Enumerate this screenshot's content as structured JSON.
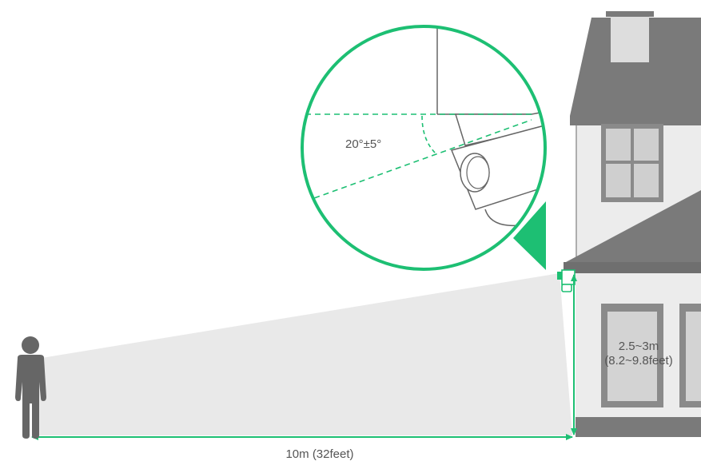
{
  "diagram": {
    "angle_label": "20°±5°",
    "height_label_line1": "2.5~3m",
    "height_label_line2": "(8.2~9.8feet)",
    "distance_label": "10m (32feet)"
  },
  "icons": {
    "person": "person-silhouette-icon",
    "house": "house-illustration",
    "camera": "security-camera-icon"
  },
  "colors": {
    "accent": "#1dbf73",
    "house_gray": "#777777",
    "house_light": "#e6e6e6",
    "window": "#c9c9c9",
    "view_cone": "#e9e9e9",
    "person": "#666666",
    "text": "#555555"
  }
}
